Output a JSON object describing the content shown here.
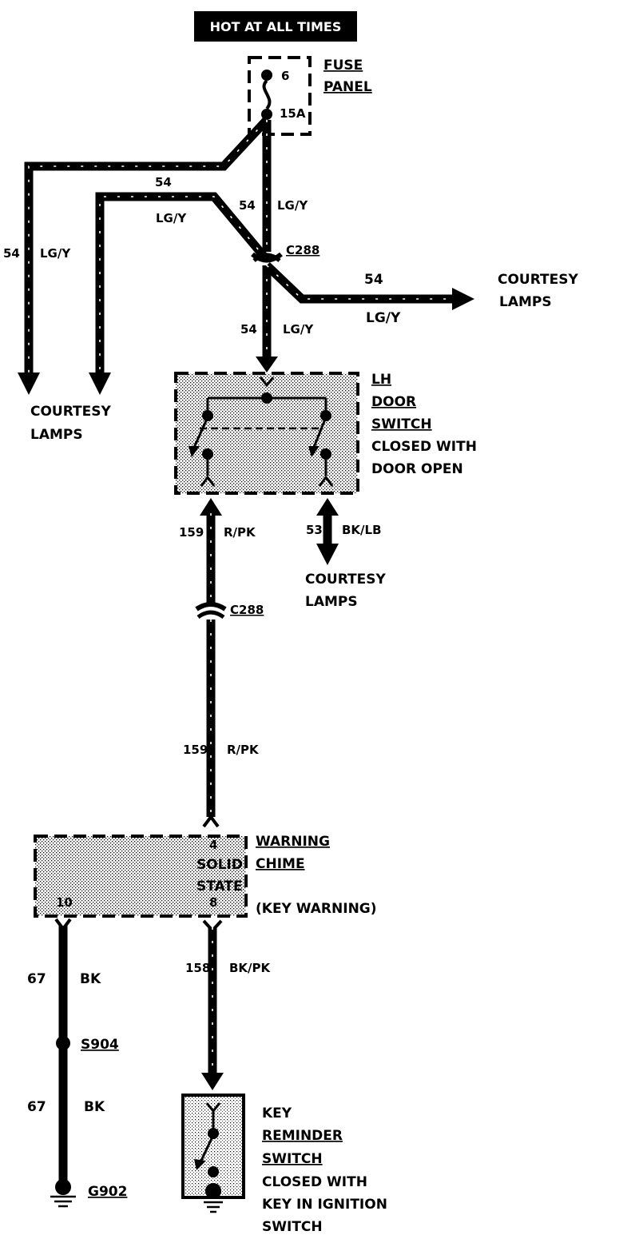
{
  "header": {
    "hot_label": "HOT AT ALL TIMES"
  },
  "fuse": {
    "title_line1": "FUSE",
    "title_line2": "PANEL",
    "number": "6",
    "rating": "15A"
  },
  "wires": {
    "w54_left": {
      "circuit": "54",
      "color": "LG/Y"
    },
    "w54_mid_top": {
      "circuit": "54"
    },
    "w54_mid": {
      "color": "LG/Y"
    },
    "w54_main": {
      "circuit": "54",
      "color": "LG/Y"
    },
    "w54_lower": {
      "circuit": "54",
      "color": "LG/Y"
    },
    "w54_right": {
      "circuit": "54",
      "color": "LG/Y"
    },
    "w159_top": {
      "circuit": "159",
      "color": "R/PK"
    },
    "w159_bottom": {
      "circuit": "159",
      "color": "R/PK"
    },
    "w53": {
      "circuit": "53",
      "color": "BK/LB"
    },
    "w158": {
      "circuit": "158",
      "color": "BK/PK"
    },
    "w67_top": {
      "circuit": "67",
      "color": "BK"
    },
    "w67_bottom": {
      "circuit": "67",
      "color": "BK"
    }
  },
  "connectors": {
    "c288_top": "C288",
    "c288_mid": "C288"
  },
  "courtesy": {
    "right": {
      "line1": "COURTESY",
      "line2": "LAMPS"
    },
    "left": {
      "line1": "COURTESY",
      "line2": "LAMPS"
    },
    "bottom": {
      "line1": "COURTESY",
      "line2": "LAMPS"
    }
  },
  "door_switch": {
    "line1": "LH",
    "line2": "DOOR",
    "line3": "SWITCH",
    "line4": "CLOSED WITH",
    "line5": "DOOR OPEN"
  },
  "chime": {
    "title1": "WARNING",
    "title2": "CHIME",
    "title3": "(KEY WARNING)",
    "inner1": "SOLID",
    "inner2": "STATE",
    "pin4": "4",
    "pin10": "10",
    "pin8": "8"
  },
  "splice": {
    "label": "S904"
  },
  "ground": {
    "label": "G902"
  },
  "key_switch": {
    "line1": "KEY",
    "line2": "REMINDER",
    "line3": "SWITCH",
    "line4": "CLOSED WITH",
    "line5": "KEY IN IGNITION",
    "line6": "SWITCH"
  }
}
